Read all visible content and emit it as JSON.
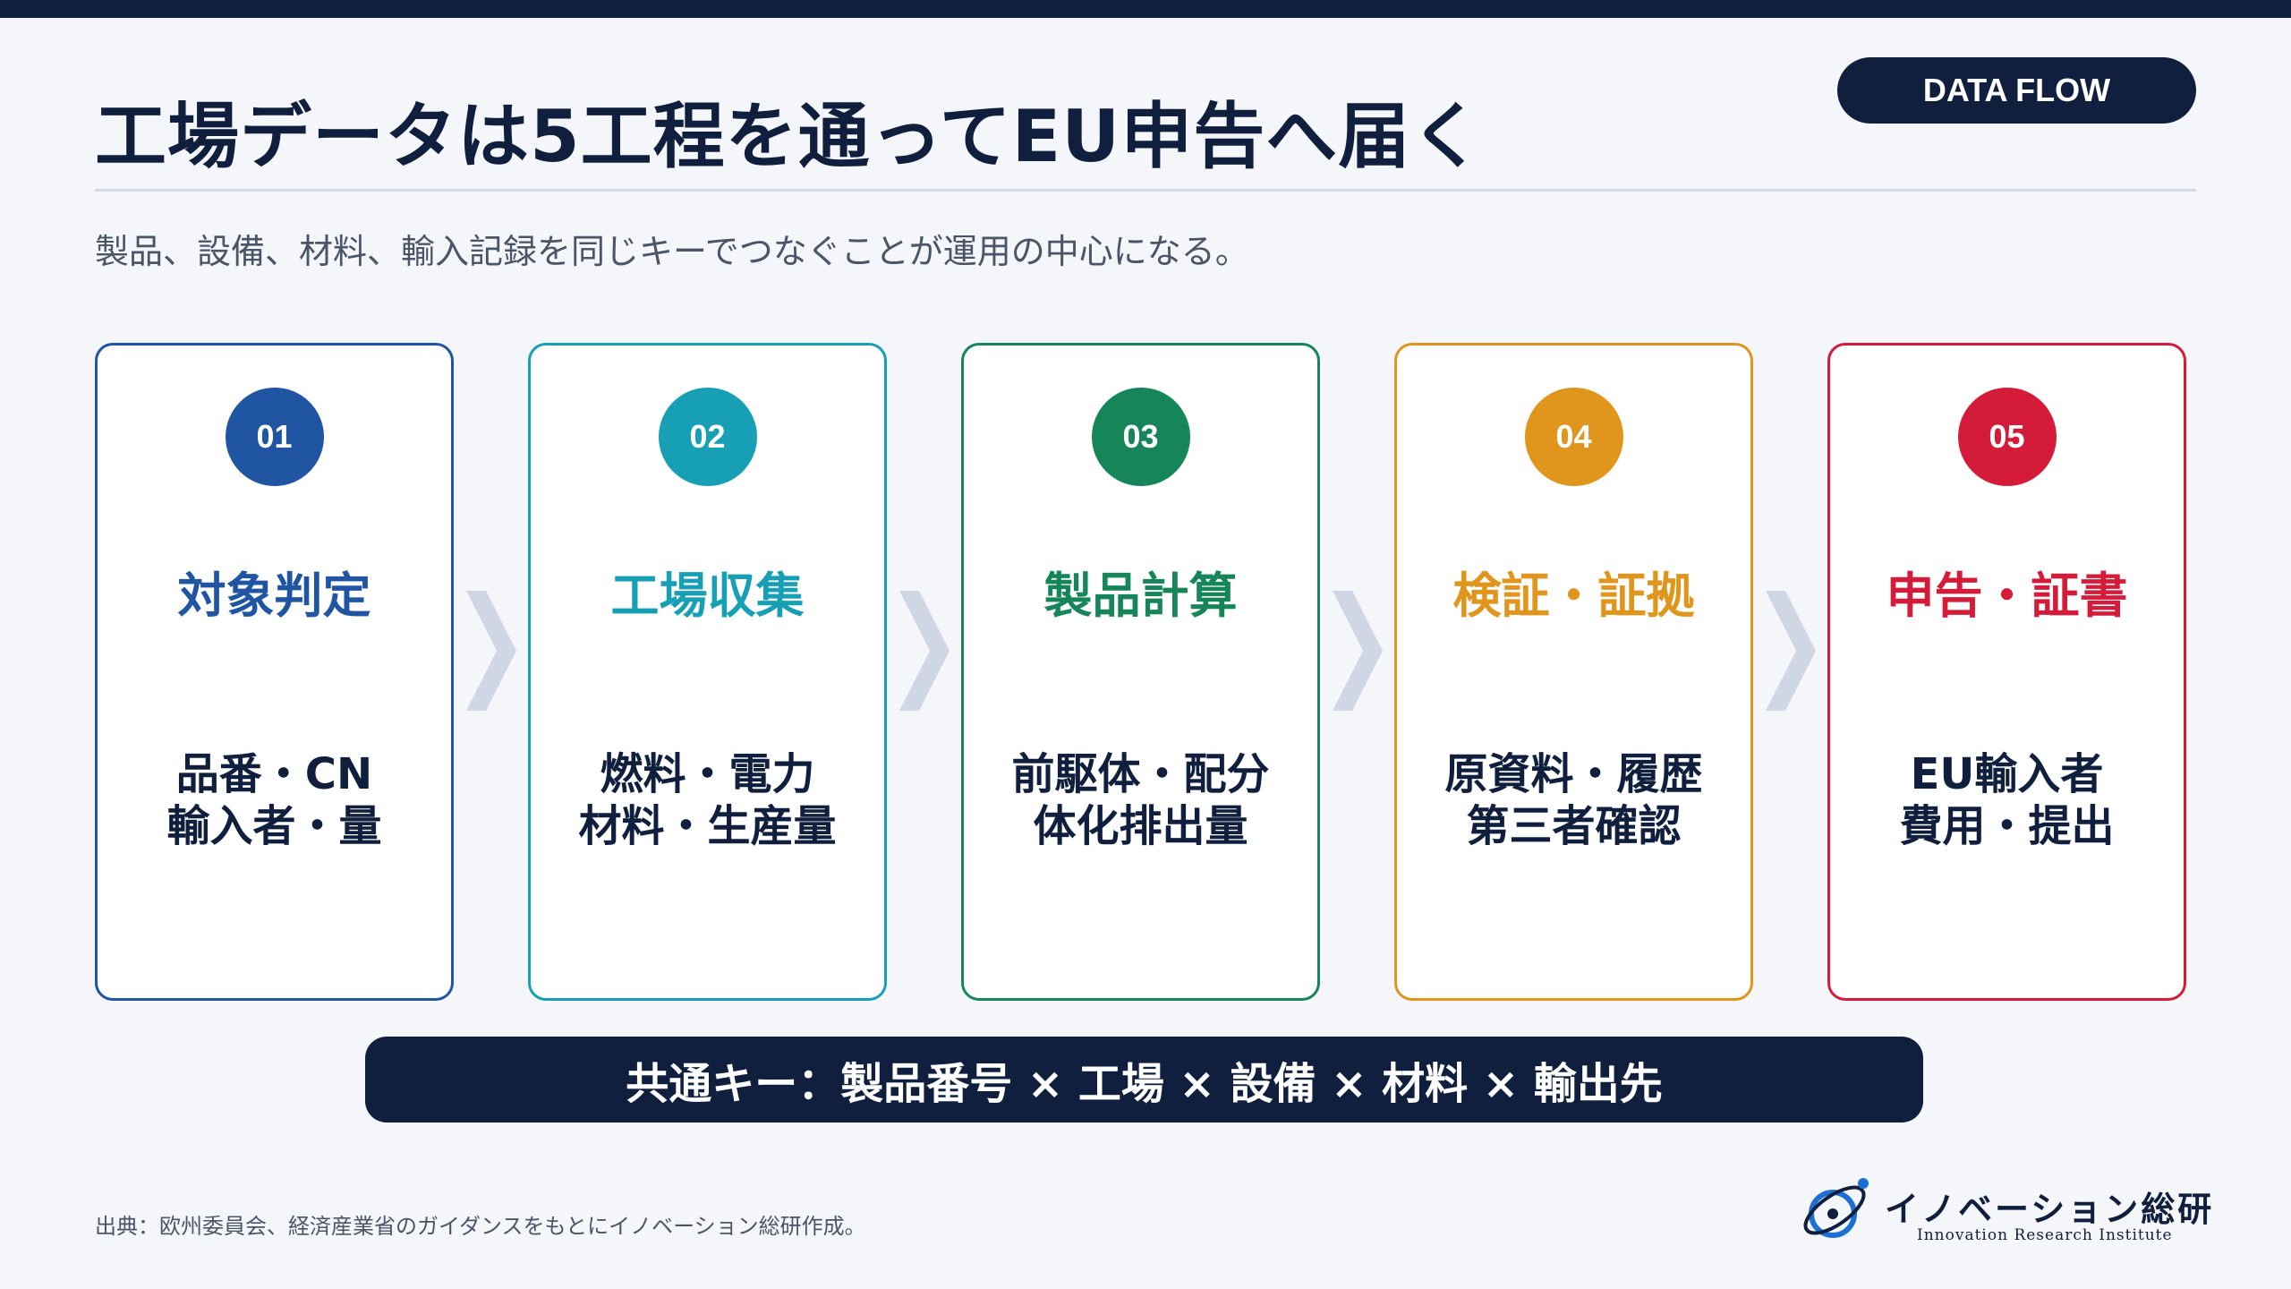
{
  "title": "工場データは5工程を通ってEU申告へ届く",
  "badge": "DATA FLOW",
  "subtitle": "製品、設備、材料、輸入記録を同じキーでつなぐことが運用の中心になる。",
  "steps": [
    {
      "num": "01",
      "title": "対象判定",
      "lines": [
        "品番・CN",
        "輸入者・量"
      ],
      "color": "#1f55a3"
    },
    {
      "num": "02",
      "title": "工場収集",
      "lines": [
        "燃料・電力",
        "材料・生産量"
      ],
      "color": "#17a0b5"
    },
    {
      "num": "03",
      "title": "製品計算",
      "lines": [
        "前駆体・配分",
        "体化排出量"
      ],
      "color": "#16855a"
    },
    {
      "num": "04",
      "title": "検証・証拠",
      "lines": [
        "原資料・履歴",
        "第三者確認"
      ],
      "color": "#e0951c"
    },
    {
      "num": "05",
      "title": "申告・証書",
      "lines": [
        "EU輸入者",
        "費用・提出"
      ],
      "color": "#d41c3a"
    }
  ],
  "key_bar": "共通キー：製品番号 × 工場 × 設備 × 材料 × 輸出先",
  "source": "出典：欧州委員会、経済産業省のガイダンスをもとにイノベーション総研作成。",
  "logo": {
    "name": "イノベーション総研",
    "sub": "Innovation Research Institute"
  },
  "colors": {
    "navy": "#0f1f3d",
    "chevron": "#cfd7e4",
    "background": "#f4f6fa"
  }
}
